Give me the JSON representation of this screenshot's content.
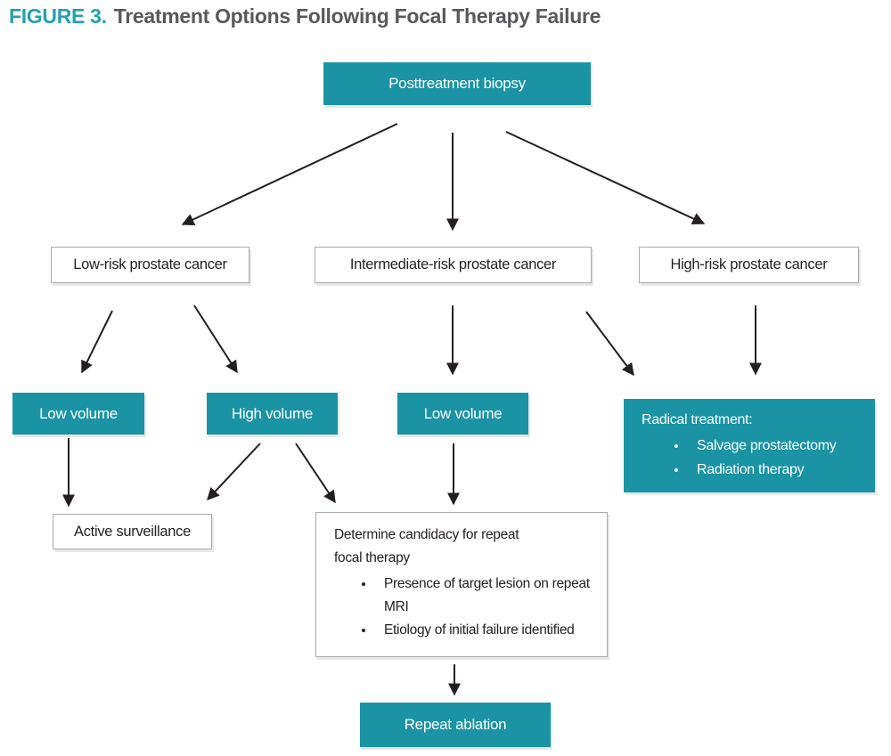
{
  "title": {
    "figure_label": "FIGURE 3.",
    "text": "Treatment Options Following Focal Therapy Failure"
  },
  "colors": {
    "teal_box": "#1a93a4",
    "title_teal": "#269fb2",
    "title_gray": "#58595b",
    "box_border_gray": "#a7a9ac",
    "arrow_black": "#231f20"
  },
  "nodes": {
    "posttreatment_biopsy": {
      "label": "Posttreatment biopsy"
    },
    "low_risk": {
      "label": "Low-risk prostate cancer"
    },
    "intermediate_risk": {
      "label": "Intermediate-risk prostate cancer"
    },
    "high_risk": {
      "label": "High-risk prostate cancer"
    },
    "low_volume_left": {
      "label": "Low volume"
    },
    "high_volume": {
      "label": "High volume"
    },
    "low_volume_mid": {
      "label": "Low volume"
    },
    "radical_treatment": {
      "title": "Radical treatment:",
      "bullets": [
        "Salvage prostatectomy",
        "Radiation therapy"
      ]
    },
    "active_surveillance": {
      "label": "Active surveillance"
    },
    "determine_candidacy": {
      "heading_line1": "Determine candidacy for repeat",
      "heading_line2": "focal therapy",
      "bullets": [
        "Presence of target lesion on repeat MRI",
        "Etiology of initial failure identified"
      ]
    },
    "repeat_ablation": {
      "label": "Repeat ablation"
    }
  },
  "edges": [
    {
      "from": "posttreatment_biopsy",
      "to": "low_risk"
    },
    {
      "from": "posttreatment_biopsy",
      "to": "intermediate_risk"
    },
    {
      "from": "posttreatment_biopsy",
      "to": "high_risk"
    },
    {
      "from": "low_risk",
      "to": "low_volume_left"
    },
    {
      "from": "low_risk",
      "to": "high_volume"
    },
    {
      "from": "intermediate_risk",
      "to": "low_volume_mid"
    },
    {
      "from": "intermediate_risk",
      "to": "radical_treatment"
    },
    {
      "from": "high_risk",
      "to": "radical_treatment"
    },
    {
      "from": "low_volume_left",
      "to": "active_surveillance"
    },
    {
      "from": "high_volume",
      "to": "active_surveillance"
    },
    {
      "from": "high_volume",
      "to": "determine_candidacy"
    },
    {
      "from": "low_volume_mid",
      "to": "determine_candidacy"
    },
    {
      "from": "determine_candidacy",
      "to": "repeat_ablation"
    }
  ]
}
